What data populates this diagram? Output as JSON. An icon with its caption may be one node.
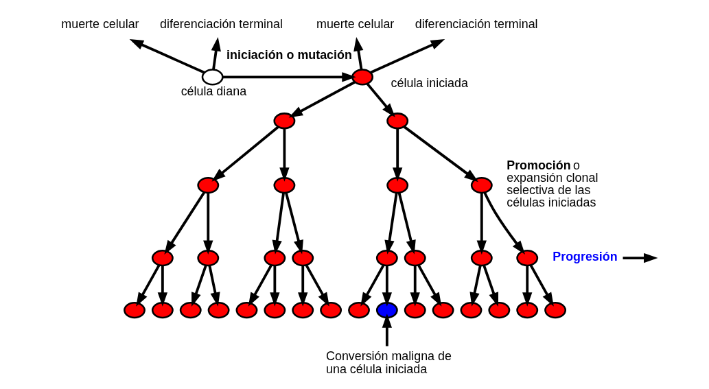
{
  "diagram": {
    "nodes": [
      {
        "text": [
          "muerte celular"
        ]
      },
      {
        "text": [
          "diferenciación terminal"
        ]
      },
      {
        "text": [
          "muerte celular"
        ]
      },
      {
        "text": [
          "diferenciación terminal"
        ]
      },
      {
        "text": [],
        "shape": "circle",
        "beside": [
          "célula diana"
        ]
      },
      {
        "text": [],
        "shape": "circle",
        "beside": [
          "célula iniciada"
        ]
      },
      {
        "text": [],
        "shape": "circle"
      },
      {
        "text": [],
        "shape": "circle"
      },
      {
        "text": [],
        "shape": "circle"
      },
      {
        "text": [],
        "shape": "circle"
      },
      {
        "text": [],
        "shape": "circle"
      },
      {
        "text": [],
        "shape": "circle"
      },
      {
        "text": [],
        "shape": "circle"
      },
      {
        "text": [],
        "shape": "circle"
      },
      {
        "text": [],
        "shape": "circle"
      },
      {
        "text": [],
        "shape": "circle"
      },
      {
        "text": [],
        "shape": "circle"
      },
      {
        "text": [],
        "shape": "circle"
      },
      {
        "text": [],
        "shape": "circle"
      },
      {
        "text": [],
        "shape": "circle"
      },
      {
        "text": [],
        "shape": "circle"
      },
      {
        "text": [],
        "shape": "circle"
      },
      {
        "text": [],
        "shape": "circle"
      },
      {
        "text": [],
        "shape": "circle"
      },
      {
        "text": [],
        "shape": "circle"
      },
      {
        "text": [],
        "shape": "circle"
      },
      {
        "text": [],
        "shape": "circle"
      },
      {
        "text": [],
        "shape": "circle"
      },
      {
        "text": [],
        "shape": "circle"
      },
      {
        "text": [],
        "shape": "circle"
      },
      {
        "text": [],
        "shape": "circle"
      },
      {
        "text": [],
        "shape": "circle"
      },
      {
        "text": [],
        "shape": "circle"
      },
      {
        "text": [],
        "shape": "circle"
      },
      {
        "text": [],
        "shape": "circle"
      },
      {
        "text": [],
        "shape": "circle"
      },
      {
        "text": [
          "**Promoción** o expansión clonal selectiva de las células iniciadas"
        ]
      },
      {
        "text": [
          "Progresión"
        ]
      },
      {
        "text": [
          "Conversión maligna de una célula iniciada"
        ]
      }
    ],
    "edges": [
      {
        "from": 4,
        "to": 0,
        "arrow": "to"
      },
      {
        "from": 4,
        "to": 1,
        "arrow": "to"
      },
      {
        "from": 4,
        "to": 5,
        "arrow": "to",
        "label": "iniciación o mutación"
      },
      {
        "from": 5,
        "to": 2,
        "arrow": "to"
      },
      {
        "from": 5,
        "to": 3,
        "arrow": "to"
      },
      {
        "from": 5,
        "to": 6,
        "arrow": "to"
      },
      {
        "from": 5,
        "to": 7,
        "arrow": "to"
      },
      {
        "from": 6,
        "to": 8,
        "arrow": "to"
      },
      {
        "from": 6,
        "to": 9,
        "arrow": "to"
      },
      {
        "from": 7,
        "to": 10,
        "arrow": "to"
      },
      {
        "from": 7,
        "to": 11,
        "arrow": "to"
      },
      {
        "from": 8,
        "to": 12,
        "arrow": "to"
      },
      {
        "from": 8,
        "to": 13,
        "arrow": "to"
      },
      {
        "from": 9,
        "to": 14,
        "arrow": "to"
      },
      {
        "from": 9,
        "to": 15,
        "arrow": "to"
      },
      {
        "from": 10,
        "to": 16,
        "arrow": "to"
      },
      {
        "from": 10,
        "to": 17,
        "arrow": "to"
      },
      {
        "from": 11,
        "to": 18,
        "arrow": "to"
      },
      {
        "from": 11,
        "to": 19,
        "arrow": "to"
      },
      {
        "from": 12,
        "to": 20,
        "arrow": "to"
      },
      {
        "from": 12,
        "to": 21,
        "arrow": "to"
      },
      {
        "from": 13,
        "to": 22,
        "arrow": "to"
      },
      {
        "from": 13,
        "to": 23,
        "arrow": "to"
      },
      {
        "from": 14,
        "to": 24,
        "arrow": "to"
      },
      {
        "from": 14,
        "to": 25,
        "arrow": "to"
      },
      {
        "from": 15,
        "to": 26,
        "arrow": "to"
      },
      {
        "from": 15,
        "to": 27,
        "arrow": "to"
      },
      {
        "from": 16,
        "to": 28,
        "arrow": "to"
      },
      {
        "from": 16,
        "to": 29,
        "arrow": "to"
      },
      {
        "from": 17,
        "to": 30,
        "arrow": "to"
      },
      {
        "from": 17,
        "to": 31,
        "arrow": "to"
      },
      {
        "from": 18,
        "to": 32,
        "arrow": "to"
      },
      {
        "from": 18,
        "to": 33,
        "arrow": "to"
      },
      {
        "from": 19,
        "to": 34,
        "arrow": "to"
      },
      {
        "from": 19,
        "to": 35,
        "arrow": "to"
      },
      {
        "from": 37,
        "to": null,
        "arrow": "to"
      },
      {
        "from": 38,
        "to": 29,
        "arrow": "to"
      }
    ]
  }
}
